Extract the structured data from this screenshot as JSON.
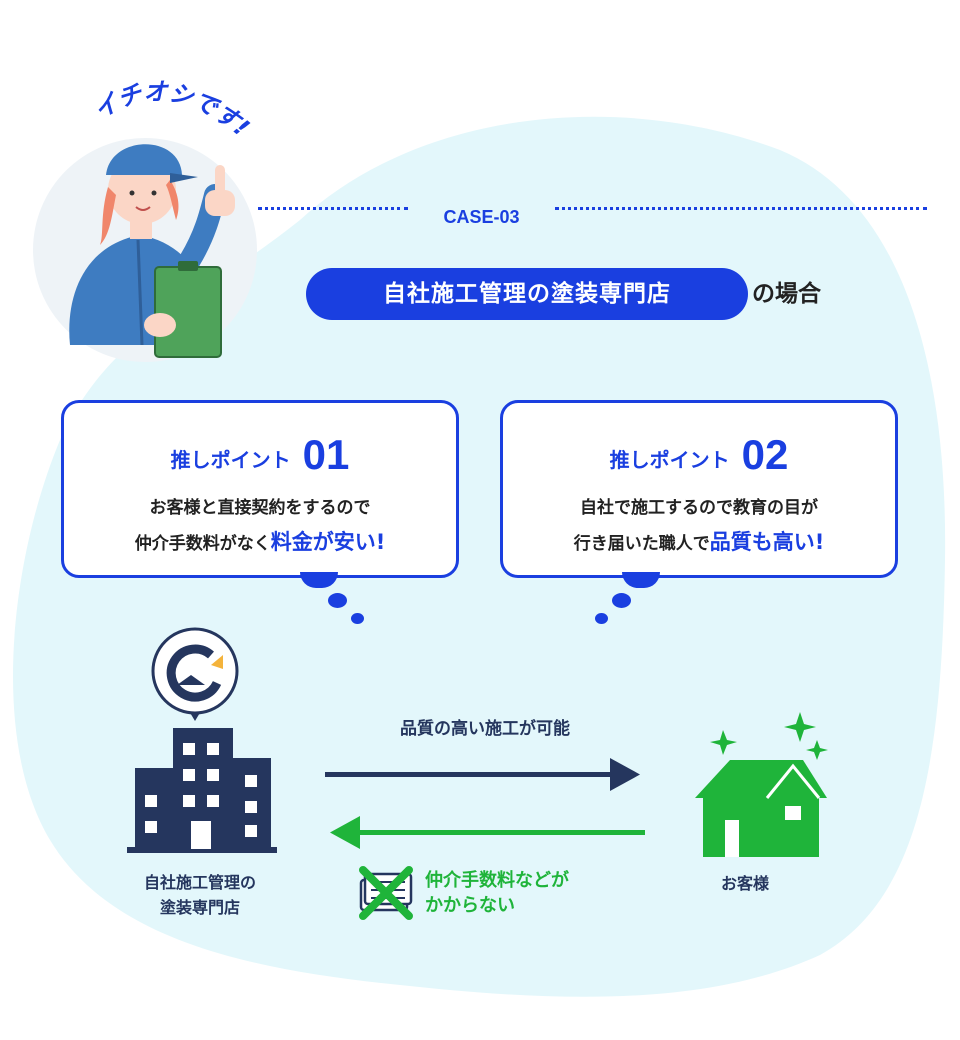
{
  "badge": {
    "text": "イチオシです!"
  },
  "case": {
    "label": "CASE-03"
  },
  "title": {
    "highlight": "自社施工管理の塗装専門店",
    "suffix": "の場合"
  },
  "points": [
    {
      "label": "推しポイント",
      "number": "01",
      "line1": "お客様と直接契約をするので",
      "line2_plain": "仲介手数料がなく",
      "line2_highlight": "料金が安い!"
    },
    {
      "label": "推しポイント",
      "number": "02",
      "line1": "自社で施工するので教育の目が",
      "line2_plain": "行き届いた職人で",
      "line2_highlight": "品質も高い!"
    }
  ],
  "diagram": {
    "company_label_line1": "自社施工管理の",
    "company_label_line2": "塗装専門店",
    "top_arrow_label": "品質の高い施工が可能",
    "fee_label_line1": "仲介手数料などが",
    "fee_label_line2": "かからない",
    "customer_label": "お客様"
  },
  "colors": {
    "accent_blue": "#1a3fe0",
    "navy": "#25365e",
    "green": "#1fb43a",
    "background_blob": "#e3f7fb"
  }
}
